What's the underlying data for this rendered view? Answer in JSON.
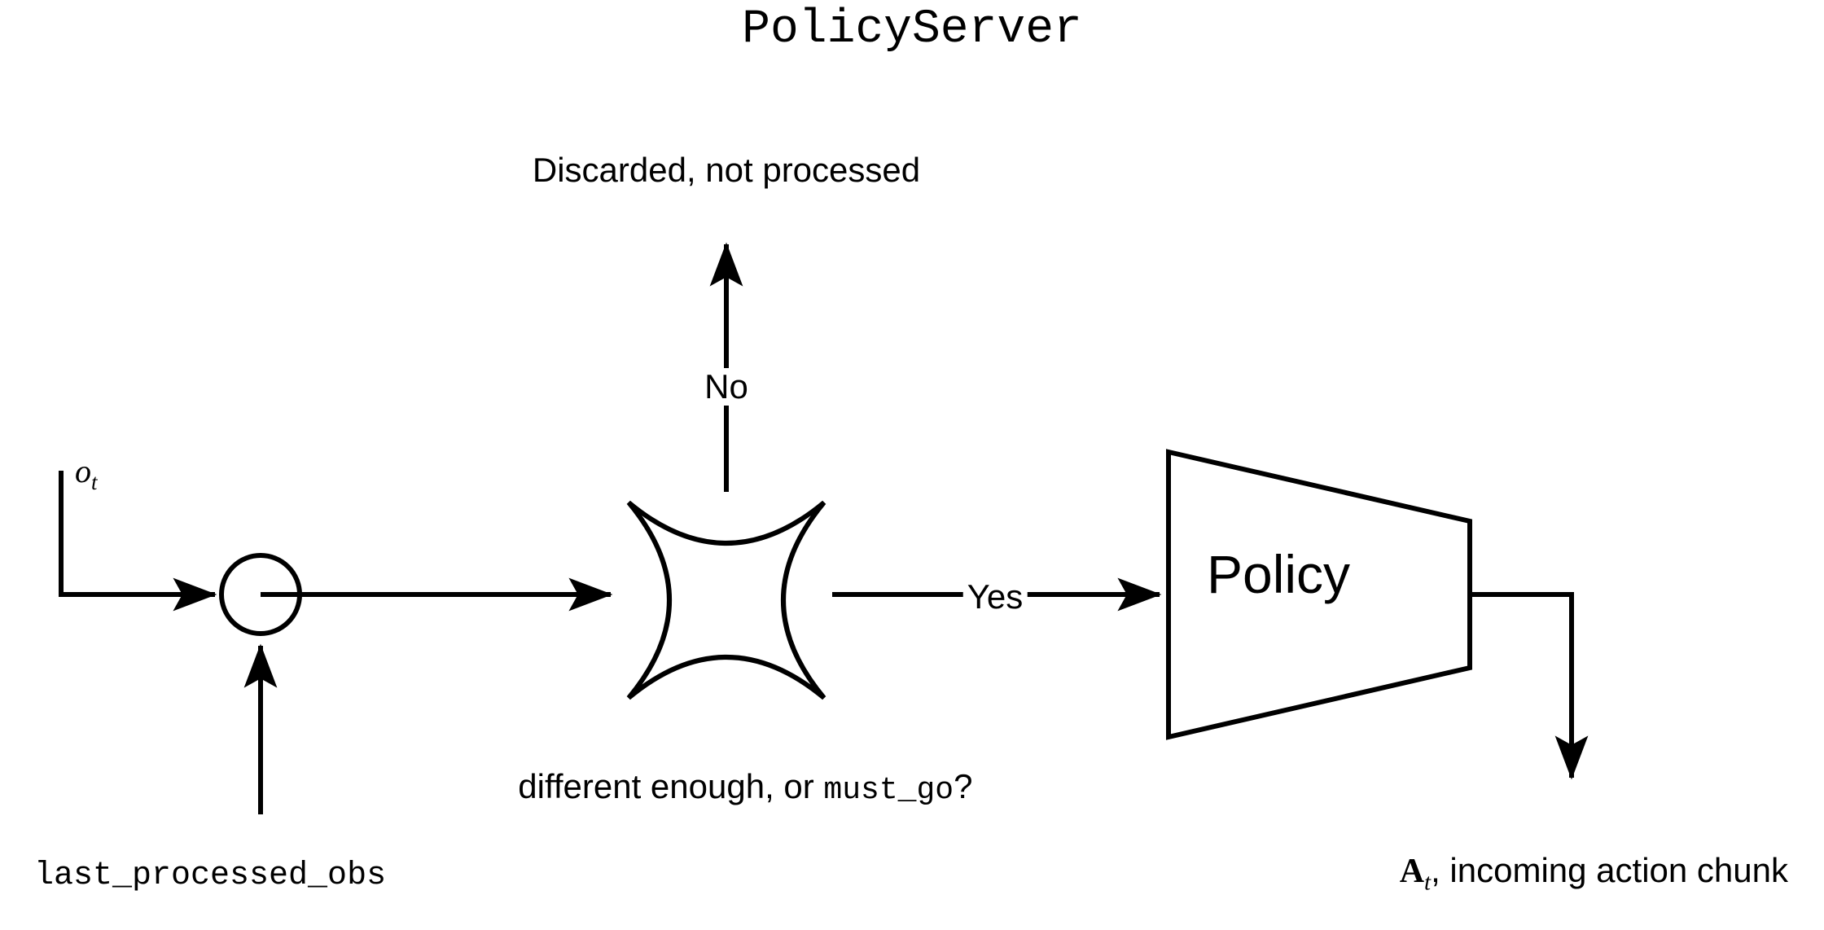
{
  "diagram": {
    "title": "PolicyServer",
    "background_color": "#ffffff",
    "stroke_color": "#000000",
    "nodes": {
      "merge_circle": {
        "name": "observation-merge-node",
        "shape": "circle"
      },
      "decision": {
        "name": "decision-node",
        "shape": "concave-star",
        "label": "different enough, or ",
        "label_mono": "must_go",
        "label_tail": "?"
      },
      "policy": {
        "name": "policy-node",
        "shape": "trapezoid",
        "label": "Policy"
      }
    },
    "labels": {
      "observation": "o",
      "observation_sub": "t",
      "last_processed_obs": "last_processed_obs",
      "discarded": "Discarded, not processed",
      "action_chunk_symbol": "A",
      "action_chunk_sub": "t",
      "action_chunk_text": ", incoming action chunk"
    },
    "edges": {
      "no_branch": "No",
      "yes_branch": "Yes"
    }
  }
}
